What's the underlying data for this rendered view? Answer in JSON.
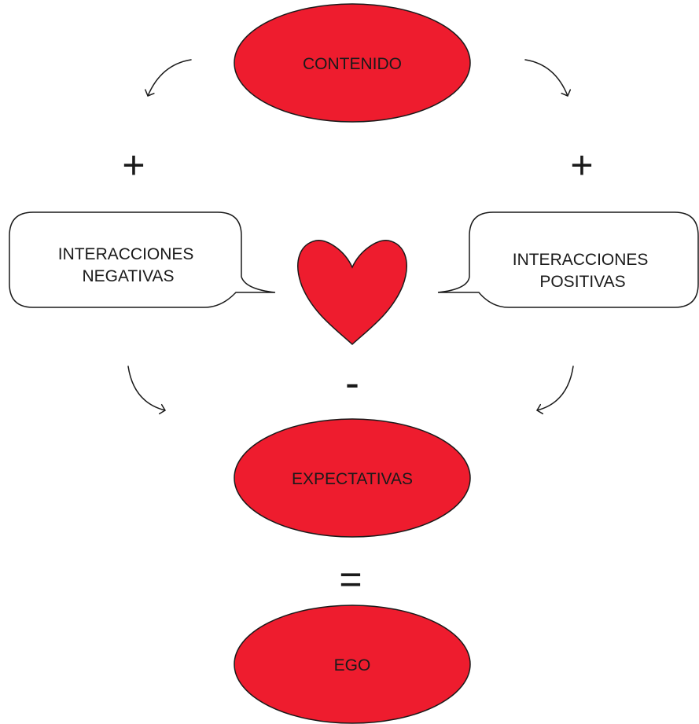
{
  "colors": {
    "accent": "#ee1c2e",
    "stroke": "#1a1a1a",
    "background": "#ffffff"
  },
  "nodes": {
    "contenido": "CONTENIDO",
    "interacciones_negativas": [
      "INTERACCIONES",
      "NEGATIVAS"
    ],
    "interacciones_positivas": [
      "INTERACCIONES",
      "POSITIVAS"
    ],
    "expectativas": "EXPECTATIVAS",
    "ego": "EGO"
  },
  "operators": {
    "plus_left": "+",
    "plus_right": "+",
    "minus": "-",
    "equals": "="
  },
  "icons": [
    "heart-icon",
    "curved-arrow-icon"
  ]
}
